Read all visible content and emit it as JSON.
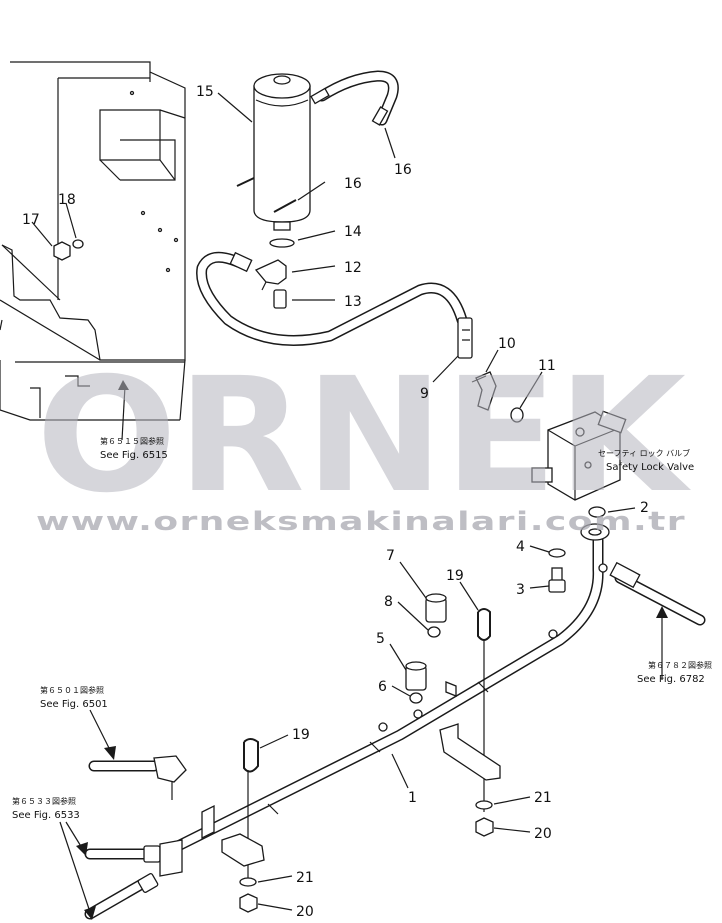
{
  "callouts": [
    {
      "id": "c15",
      "label": "15"
    },
    {
      "id": "c16a",
      "label": "16"
    },
    {
      "id": "c16b",
      "label": "16"
    },
    {
      "id": "c14",
      "label": "14"
    },
    {
      "id": "c12",
      "label": "12"
    },
    {
      "id": "c13",
      "label": "13"
    },
    {
      "id": "c17",
      "label": "17"
    },
    {
      "id": "c18",
      "label": "18"
    },
    {
      "id": "c10",
      "label": "10"
    },
    {
      "id": "c11",
      "label": "11"
    },
    {
      "id": "c9",
      "label": "9"
    },
    {
      "id": "c2",
      "label": "2"
    },
    {
      "id": "c4",
      "label": "4"
    },
    {
      "id": "c3",
      "label": "3"
    },
    {
      "id": "c7",
      "label": "7"
    },
    {
      "id": "c19a",
      "label": "19"
    },
    {
      "id": "c8",
      "label": "8"
    },
    {
      "id": "c5",
      "label": "5"
    },
    {
      "id": "c6",
      "label": "6"
    },
    {
      "id": "c19b",
      "label": "19"
    },
    {
      "id": "c1",
      "label": "1"
    },
    {
      "id": "c21a",
      "label": "21"
    },
    {
      "id": "c20a",
      "label": "20"
    },
    {
      "id": "c21b",
      "label": "21"
    },
    {
      "id": "c20b",
      "label": "20"
    }
  ],
  "references": {
    "fig6515": {
      "jp": "第６５１５図参照",
      "en": "See Fig. 6515"
    },
    "fig6501": {
      "jp": "第６５０１図参照",
      "en": "See Fig. 6501"
    },
    "fig6533": {
      "jp": "第６５３３図参照",
      "en": "See Fig. 6533"
    },
    "fig6782": {
      "jp": "第６７８２図参照",
      "en": "See Fig. 6782"
    },
    "safety_valve": {
      "jp": "セーフティ ロック バルブ",
      "en": "Safety Lock Valve"
    }
  },
  "watermark": {
    "brand": "ORNEK",
    "url": "www.orneksmakinalari.com.tr"
  }
}
